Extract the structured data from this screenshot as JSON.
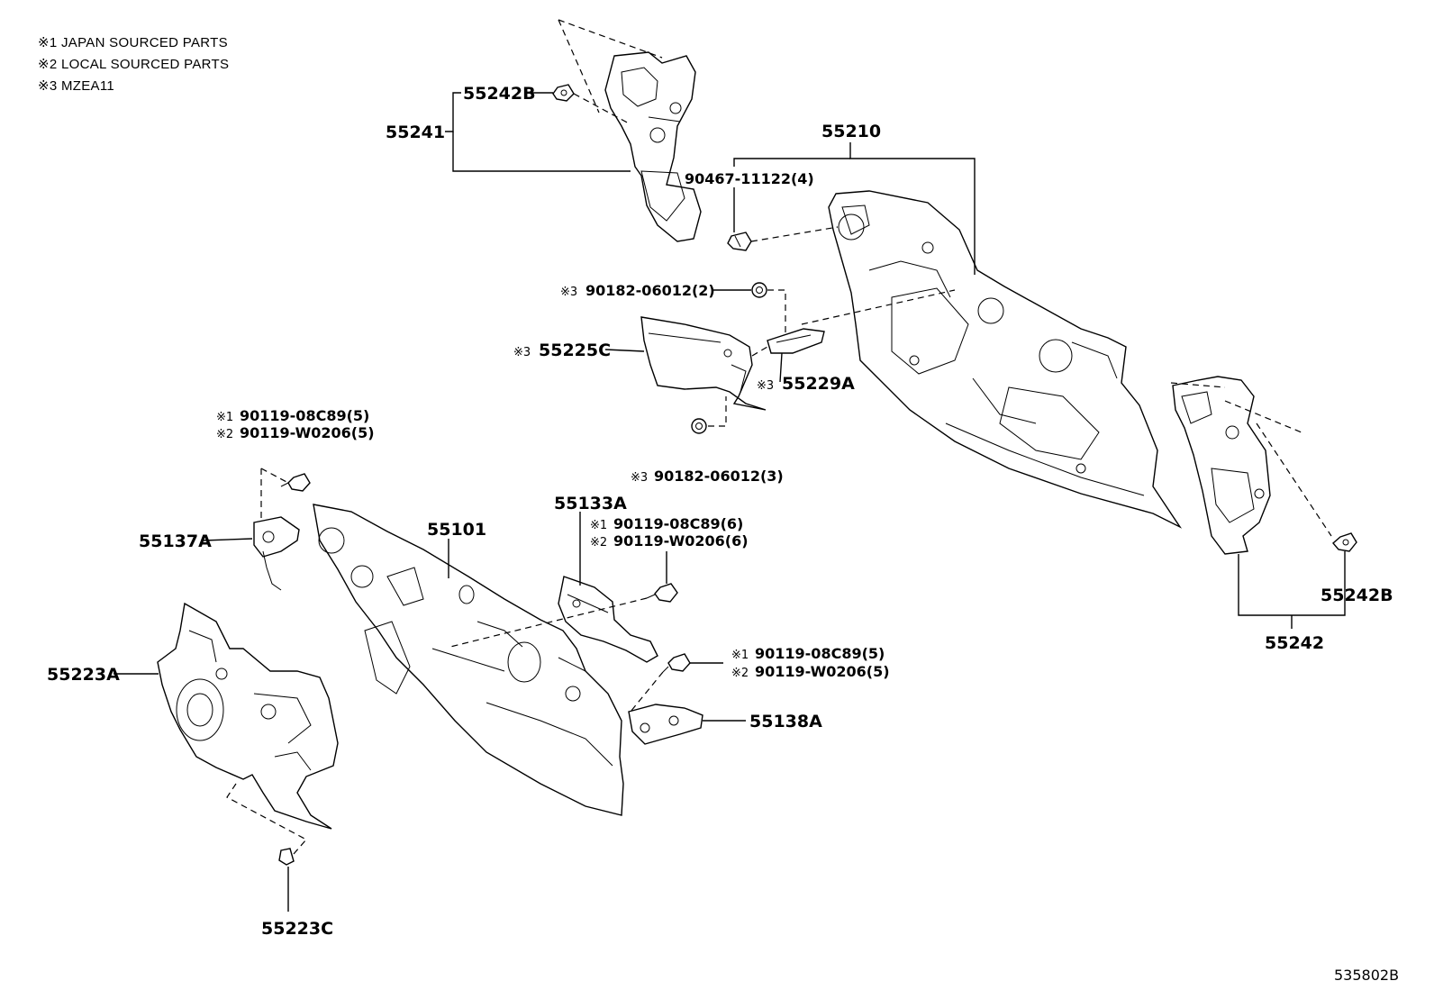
{
  "legend": [
    "※1 JAPAN SOURCED PARTS",
    "※2 LOCAL SOURCED PARTS",
    "※3 MZEA11"
  ],
  "callouts": {
    "p55242B_top": "55242B",
    "p55241": "55241",
    "p55210": "55210",
    "p90467": "90467-11122(4)",
    "p90182_top_mark": "※3",
    "p90182_top": "90182-06012(2)",
    "p55225C_mark": "※3",
    "p55225C": "55225C",
    "p55229A_mark": "※3",
    "p55229A": "55229A",
    "p90182_bot_mark": "※3",
    "p90182_bot": "90182-06012(3)",
    "p90119_left_j_mark": "※1",
    "p90119_left_j": "90119-08C89(5)",
    "p90119_left_l_mark": "※2",
    "p90119_left_l": "90119-W0206(5)",
    "p55137A": "55137A",
    "p55101": "55101",
    "p55133A": "55133A",
    "p90119_mid_j_mark": "※1",
    "p90119_mid_j": "90119-08C89(6)",
    "p90119_mid_l_mark": "※2",
    "p90119_mid_l": "90119-W0206(6)",
    "p55223A": "55223A",
    "p90119_right_j_mark": "※1",
    "p90119_right_j": "90119-08C89(5)",
    "p90119_right_l_mark": "※2",
    "p90119_right_l": "90119-W0206(5)",
    "p55138A": "55138A",
    "p55242B_right": "55242B",
    "p55242": "55242",
    "p55223C": "55223C"
  },
  "diagram_id": "535802B"
}
